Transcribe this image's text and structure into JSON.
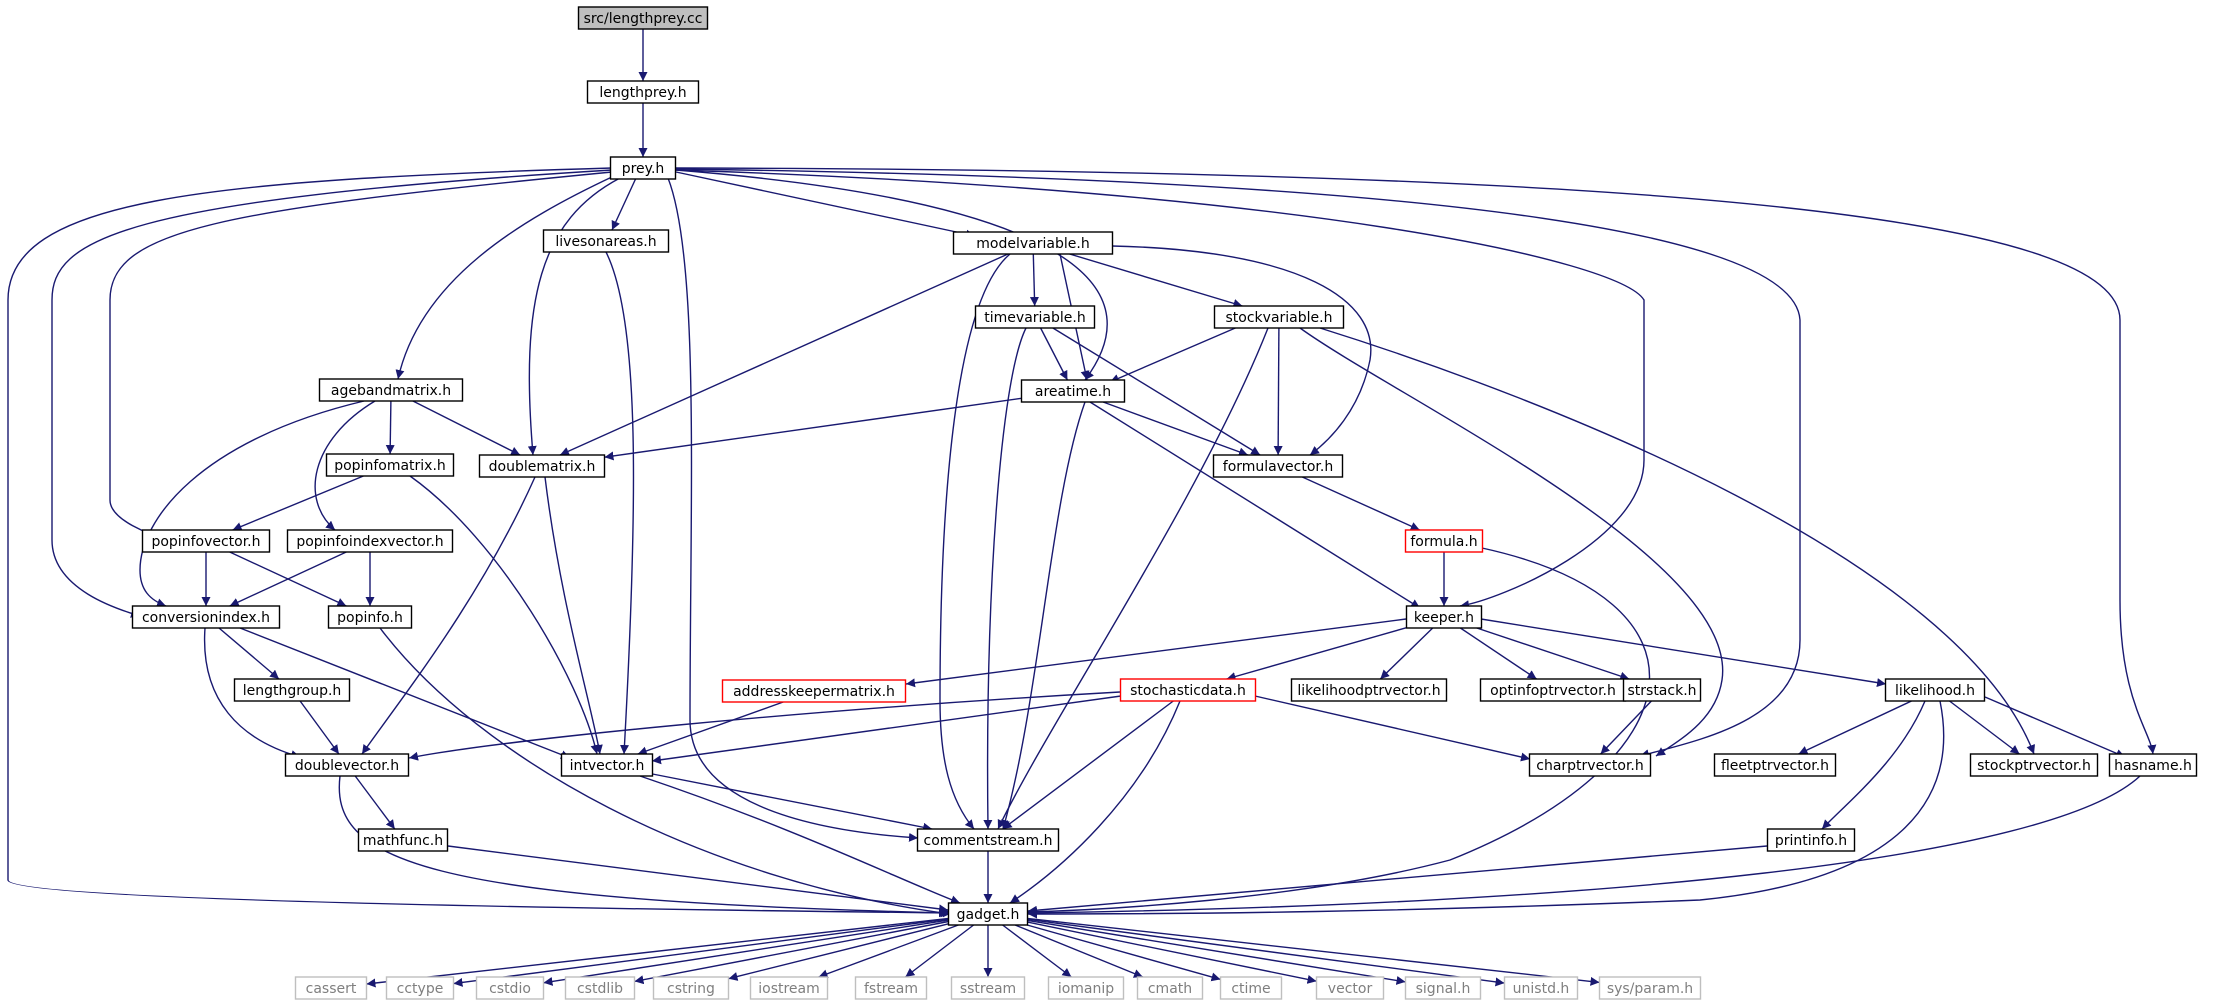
{
  "colors": {
    "edge": "#191970",
    "node_border": "#000000",
    "root_fill": "#bfbfbf",
    "trunc_border": "#ff0000",
    "system_border": "#bfbfbf",
    "system_text": "#7f7f7f",
    "text": "#000000",
    "background": "#ffffff"
  },
  "nodes": [
    {
      "id": "lengthprey_cc",
      "label": "src/lengthprey.cc",
      "kind": "root"
    },
    {
      "id": "lengthprey_h",
      "label": "lengthprey.h",
      "kind": "normal"
    },
    {
      "id": "prey_h",
      "label": "prey.h",
      "kind": "normal"
    },
    {
      "id": "livesonareas_h",
      "label": "livesonareas.h",
      "kind": "normal"
    },
    {
      "id": "modelvariable_h",
      "label": "modelvariable.h",
      "kind": "normal"
    },
    {
      "id": "timevariable_h",
      "label": "timevariable.h",
      "kind": "normal"
    },
    {
      "id": "stockvariable_h",
      "label": "stockvariable.h",
      "kind": "normal"
    },
    {
      "id": "agebandmatrix_h",
      "label": "agebandmatrix.h",
      "kind": "normal"
    },
    {
      "id": "areatime_h",
      "label": "areatime.h",
      "kind": "normal"
    },
    {
      "id": "popinfomatrix_h",
      "label": "popinfomatrix.h",
      "kind": "normal"
    },
    {
      "id": "doublematrix_h",
      "label": "doublematrix.h",
      "kind": "normal"
    },
    {
      "id": "formulavector_h",
      "label": "formulavector.h",
      "kind": "normal"
    },
    {
      "id": "popinfovector_h",
      "label": "popinfovector.h",
      "kind": "normal"
    },
    {
      "id": "popinfoindexvector_h",
      "label": "popinfoindexvector.h",
      "kind": "normal"
    },
    {
      "id": "formula_h",
      "label": "formula.h",
      "kind": "truncated"
    },
    {
      "id": "conversionindex_h",
      "label": "conversionindex.h",
      "kind": "normal"
    },
    {
      "id": "popinfo_h",
      "label": "popinfo.h",
      "kind": "normal"
    },
    {
      "id": "keeper_h",
      "label": "keeper.h",
      "kind": "normal"
    },
    {
      "id": "lengthgroup_h",
      "label": "lengthgroup.h",
      "kind": "normal"
    },
    {
      "id": "addresskeepermatrix_h",
      "label": "addresskeepermatrix.h",
      "kind": "truncated"
    },
    {
      "id": "stochasticdata_h",
      "label": "stochasticdata.h",
      "kind": "truncated"
    },
    {
      "id": "likelihoodptrvector_h",
      "label": "likelihoodptrvector.h",
      "kind": "normal"
    },
    {
      "id": "optinfoptrvector_h",
      "label": "optinfoptrvector.h",
      "kind": "normal"
    },
    {
      "id": "strstack_h",
      "label": "strstack.h",
      "kind": "normal"
    },
    {
      "id": "likelihood_h",
      "label": "likelihood.h",
      "kind": "normal"
    },
    {
      "id": "doublevector_h",
      "label": "doublevector.h",
      "kind": "normal"
    },
    {
      "id": "intvector_h",
      "label": "intvector.h",
      "kind": "normal"
    },
    {
      "id": "charptrvector_h",
      "label": "charptrvector.h",
      "kind": "normal"
    },
    {
      "id": "fleetptrvector_h",
      "label": "fleetptrvector.h",
      "kind": "normal"
    },
    {
      "id": "stockptrvector_h",
      "label": "stockptrvector.h",
      "kind": "normal"
    },
    {
      "id": "hasname_h",
      "label": "hasname.h",
      "kind": "normal"
    },
    {
      "id": "mathfunc_h",
      "label": "mathfunc.h",
      "kind": "normal"
    },
    {
      "id": "commentstream_h",
      "label": "commentstream.h",
      "kind": "normal"
    },
    {
      "id": "printinfo_h",
      "label": "printinfo.h",
      "kind": "normal"
    },
    {
      "id": "gadget_h",
      "label": "gadget.h",
      "kind": "normal"
    },
    {
      "id": "cassert",
      "label": "cassert",
      "kind": "system"
    },
    {
      "id": "cctype",
      "label": "cctype",
      "kind": "system"
    },
    {
      "id": "cstdio",
      "label": "cstdio",
      "kind": "system"
    },
    {
      "id": "cstdlib",
      "label": "cstdlib",
      "kind": "system"
    },
    {
      "id": "cstring",
      "label": "cstring",
      "kind": "system"
    },
    {
      "id": "iostream",
      "label": "iostream",
      "kind": "system"
    },
    {
      "id": "fstream",
      "label": "fstream",
      "kind": "system"
    },
    {
      "id": "sstream",
      "label": "sstream",
      "kind": "system"
    },
    {
      "id": "iomanip",
      "label": "iomanip",
      "kind": "system"
    },
    {
      "id": "cmath",
      "label": "cmath",
      "kind": "system"
    },
    {
      "id": "ctime",
      "label": "ctime",
      "kind": "system"
    },
    {
      "id": "vector",
      "label": "vector",
      "kind": "system"
    },
    {
      "id": "signal_h",
      "label": "signal.h",
      "kind": "system"
    },
    {
      "id": "unistd_h",
      "label": "unistd.h",
      "kind": "system"
    },
    {
      "id": "sys_param_h",
      "label": "sys/param.h",
      "kind": "system"
    }
  ],
  "edges": [
    [
      "lengthprey_cc",
      "lengthprey_h"
    ],
    [
      "lengthprey_h",
      "prey_h"
    ],
    [
      "prey_h",
      "livesonareas_h"
    ],
    [
      "prey_h",
      "modelvariable_h"
    ],
    [
      "prey_h",
      "agebandmatrix_h"
    ],
    [
      "prey_h",
      "doublematrix_h"
    ],
    [
      "prey_h",
      "areatime_h"
    ],
    [
      "prey_h",
      "popinfovector_h"
    ],
    [
      "prey_h",
      "conversionindex_h"
    ],
    [
      "prey_h",
      "commentstream_h"
    ],
    [
      "prey_h",
      "gadget_h"
    ],
    [
      "prey_h",
      "keeper_h"
    ],
    [
      "prey_h",
      "charptrvector_h"
    ],
    [
      "prey_h",
      "hasname_h"
    ],
    [
      "livesonareas_h",
      "intvector_h"
    ],
    [
      "modelvariable_h",
      "timevariable_h"
    ],
    [
      "modelvariable_h",
      "stockvariable_h"
    ],
    [
      "modelvariable_h",
      "areatime_h"
    ],
    [
      "modelvariable_h",
      "doublematrix_h"
    ],
    [
      "modelvariable_h",
      "formulavector_h"
    ],
    [
      "modelvariable_h",
      "commentstream_h"
    ],
    [
      "timevariable_h",
      "areatime_h"
    ],
    [
      "timevariable_h",
      "formulavector_h"
    ],
    [
      "timevariable_h",
      "commentstream_h"
    ],
    [
      "stockvariable_h",
      "areatime_h"
    ],
    [
      "stockvariable_h",
      "formulavector_h"
    ],
    [
      "stockvariable_h",
      "commentstream_h"
    ],
    [
      "stockvariable_h",
      "charptrvector_h"
    ],
    [
      "stockvariable_h",
      "stockptrvector_h"
    ],
    [
      "agebandmatrix_h",
      "popinfomatrix_h"
    ],
    [
      "agebandmatrix_h",
      "doublematrix_h"
    ],
    [
      "agebandmatrix_h",
      "popinfoindexvector_h"
    ],
    [
      "agebandmatrix_h",
      "conversionindex_h"
    ],
    [
      "areatime_h",
      "doublematrix_h"
    ],
    [
      "areatime_h",
      "formulavector_h"
    ],
    [
      "areatime_h",
      "keeper_h"
    ],
    [
      "areatime_h",
      "commentstream_h"
    ],
    [
      "popinfomatrix_h",
      "popinfovector_h"
    ],
    [
      "popinfomatrix_h",
      "intvector_h"
    ],
    [
      "doublematrix_h",
      "doublevector_h"
    ],
    [
      "doublematrix_h",
      "intvector_h"
    ],
    [
      "formulavector_h",
      "formula_h"
    ],
    [
      "popinfovector_h",
      "conversionindex_h"
    ],
    [
      "popinfovector_h",
      "popinfo_h"
    ],
    [
      "popinfoindexvector_h",
      "conversionindex_h"
    ],
    [
      "popinfoindexvector_h",
      "popinfo_h"
    ],
    [
      "formula_h",
      "keeper_h"
    ],
    [
      "formula_h",
      "gadget_h"
    ],
    [
      "conversionindex_h",
      "lengthgroup_h"
    ],
    [
      "conversionindex_h",
      "doublevector_h"
    ],
    [
      "conversionindex_h",
      "intvector_h"
    ],
    [
      "popinfo_h",
      "gadget_h"
    ],
    [
      "keeper_h",
      "addresskeepermatrix_h"
    ],
    [
      "keeper_h",
      "stochasticdata_h"
    ],
    [
      "keeper_h",
      "likelihoodptrvector_h"
    ],
    [
      "keeper_h",
      "optinfoptrvector_h"
    ],
    [
      "keeper_h",
      "strstack_h"
    ],
    [
      "keeper_h",
      "likelihood_h"
    ],
    [
      "lengthgroup_h",
      "doublevector_h"
    ],
    [
      "addresskeepermatrix_h",
      "intvector_h"
    ],
    [
      "stochasticdata_h",
      "doublevector_h"
    ],
    [
      "stochasticdata_h",
      "intvector_h"
    ],
    [
      "stochasticdata_h",
      "charptrvector_h"
    ],
    [
      "stochasticdata_h",
      "commentstream_h"
    ],
    [
      "stochasticdata_h",
      "gadget_h"
    ],
    [
      "strstack_h",
      "charptrvector_h"
    ],
    [
      "likelihood_h",
      "fleetptrvector_h"
    ],
    [
      "likelihood_h",
      "stockptrvector_h"
    ],
    [
      "likelihood_h",
      "hasname_h"
    ],
    [
      "likelihood_h",
      "printinfo_h"
    ],
    [
      "likelihood_h",
      "gadget_h"
    ],
    [
      "doublevector_h",
      "mathfunc_h"
    ],
    [
      "doublevector_h",
      "gadget_h"
    ],
    [
      "intvector_h",
      "commentstream_h"
    ],
    [
      "intvector_h",
      "gadget_h"
    ],
    [
      "mathfunc_h",
      "gadget_h"
    ],
    [
      "commentstream_h",
      "gadget_h"
    ],
    [
      "printinfo_h",
      "gadget_h"
    ],
    [
      "hasname_h",
      "gadget_h"
    ],
    [
      "gadget_h",
      "cassert"
    ],
    [
      "gadget_h",
      "cctype"
    ],
    [
      "gadget_h",
      "cstdio"
    ],
    [
      "gadget_h",
      "cstdlib"
    ],
    [
      "gadget_h",
      "cstring"
    ],
    [
      "gadget_h",
      "iostream"
    ],
    [
      "gadget_h",
      "fstream"
    ],
    [
      "gadget_h",
      "sstream"
    ],
    [
      "gadget_h",
      "iomanip"
    ],
    [
      "gadget_h",
      "cmath"
    ],
    [
      "gadget_h",
      "ctime"
    ],
    [
      "gadget_h",
      "vector"
    ],
    [
      "gadget_h",
      "signal_h"
    ],
    [
      "gadget_h",
      "unistd_h"
    ],
    [
      "gadget_h",
      "sys_param_h"
    ]
  ]
}
